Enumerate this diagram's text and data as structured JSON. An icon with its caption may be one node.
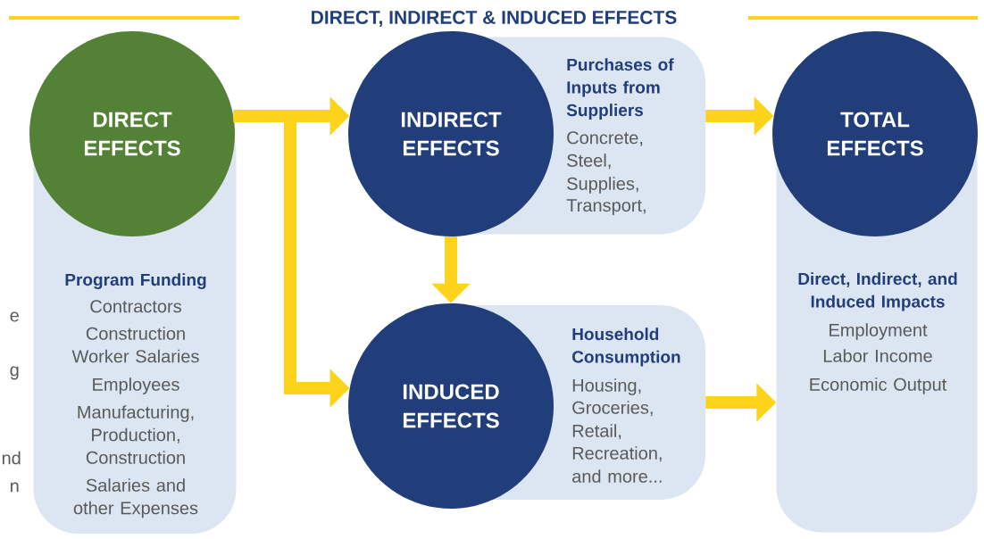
{
  "diagram": {
    "title": "DIRECT, INDIRECT & INDUCED EFFECTS",
    "nodes": [
      {
        "text": [
          "DIRECT EFFECTS"
        ]
      },
      {
        "text": [
          "Program Funding",
          "Contractors",
          "Construction Worker Salaries",
          "Employees",
          "Manufacturing, Production, Construction",
          "Salaries and other Expenses"
        ]
      },
      {
        "text": [
          "INDIRECT EFFECTS"
        ]
      },
      {
        "text": [
          "Purchases of Inputs from Suppliers",
          "Concrete,",
          "Steel,",
          "Supplies,",
          "Transport,"
        ]
      },
      {
        "text": [
          "TOTAL EFFECTS"
        ]
      },
      {
        "text": [
          "Direct, Indirect, and Induced Impacts",
          "Employment",
          "Labor Income",
          "Economic Output"
        ]
      },
      {
        "text": [
          "INDUCED EFFECTS"
        ]
      },
      {
        "text": [
          "Household Consumption",
          "Housing,",
          "Groceries,",
          "Retail,",
          "Recreation,",
          "and more..."
        ]
      }
    ],
    "edges": [
      {
        "from": 0,
        "to": 2,
        "arrow": "to"
      },
      {
        "from": 0,
        "to": 6,
        "arrow": "to"
      },
      {
        "from": 2,
        "to": 6,
        "arrow": "to"
      },
      {
        "from": 3,
        "to": 4,
        "arrow": "to"
      },
      {
        "from": 7,
        "to": 5,
        "arrow": "to"
      }
    ],
    "labels": [
      "e",
      "g",
      "nd",
      "n"
    ]
  }
}
